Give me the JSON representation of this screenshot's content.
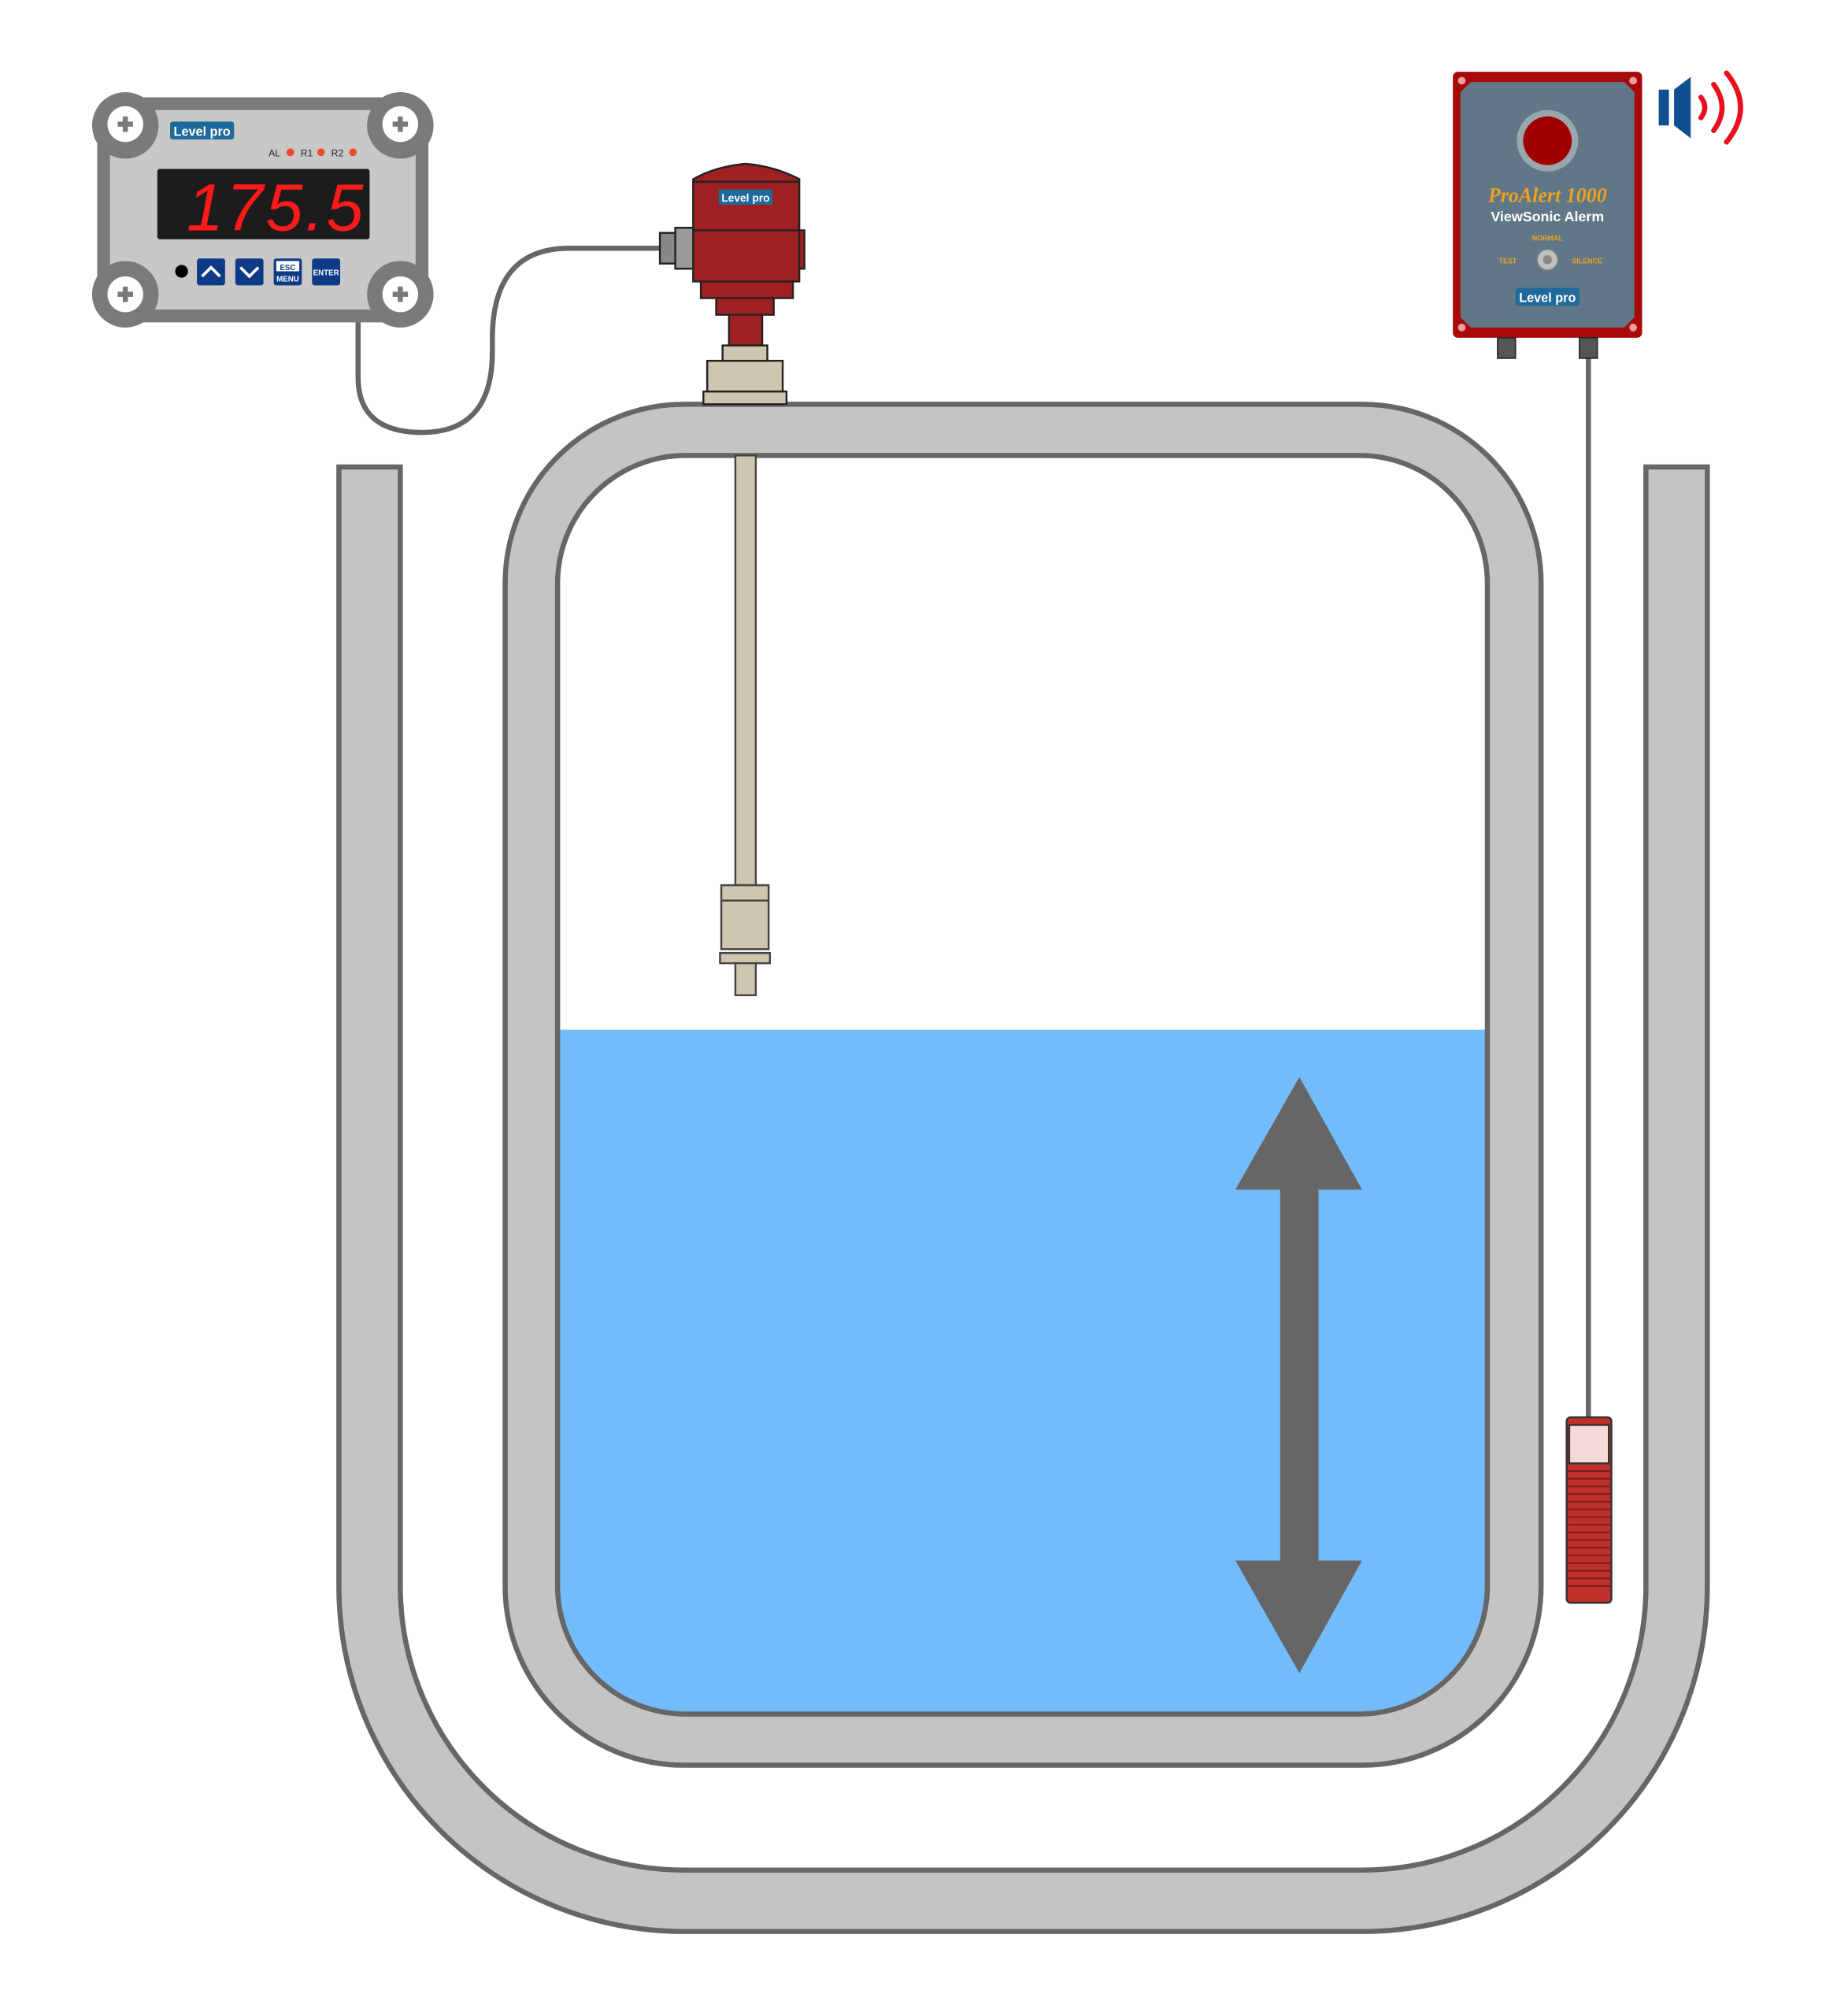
{
  "display_unit": {
    "brand": "Level pro",
    "indicators": [
      "AL",
      "R1",
      "R2"
    ],
    "reading": "175.5",
    "buttons": {
      "up": "up",
      "down": "down",
      "esc": "ESC",
      "menu": "MENU",
      "enter": "ENTER"
    }
  },
  "transmitter": {
    "brand": "Level pro"
  },
  "alarm": {
    "title": "ProAlert 1000",
    "subtitle": "ViewSonic Alerm",
    "normal_label": "NORMAL",
    "test_label": "TEST",
    "silence_label": "SILENCE",
    "brand": "Level pro"
  },
  "colors": {
    "water": "#72bcfc",
    "channel": "#c4c4c6",
    "outline": "#666666",
    "device_red": "#9e2020",
    "alarm_panel": "#5f7786",
    "alarm_text": "#f0a020",
    "digits": "#ff1a1a",
    "probe": "#cfc6b0"
  },
  "icons": {
    "speaker": "speaker-sound-icon",
    "level_arrow": "double-arrow-vertical-icon"
  }
}
